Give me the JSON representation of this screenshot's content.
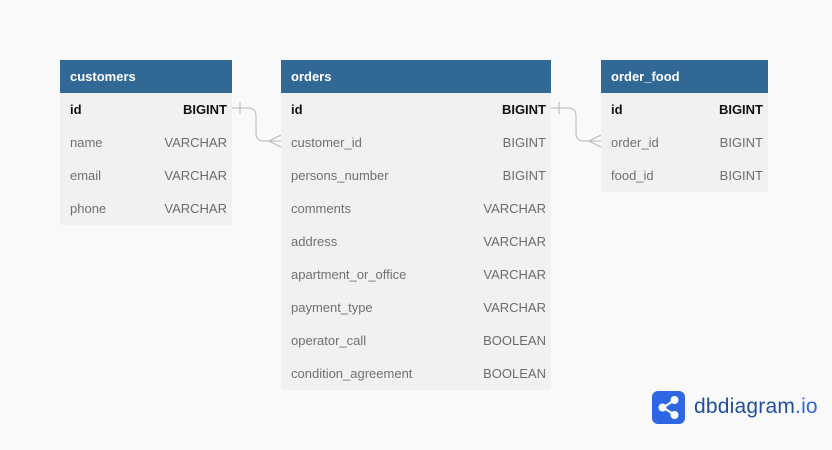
{
  "tables": [
    {
      "name": "customers",
      "fields": [
        {
          "name": "id",
          "type": "BIGINT",
          "pk": true
        },
        {
          "name": "name",
          "type": "VARCHAR"
        },
        {
          "name": "email",
          "type": "VARCHAR"
        },
        {
          "name": "phone",
          "type": "VARCHAR"
        }
      ]
    },
    {
      "name": "orders",
      "fields": [
        {
          "name": "id",
          "type": "BIGINT",
          "pk": true
        },
        {
          "name": "customer_id",
          "type": "BIGINT"
        },
        {
          "name": "persons_number",
          "type": "BIGINT"
        },
        {
          "name": "comments",
          "type": "VARCHAR"
        },
        {
          "name": "address",
          "type": "VARCHAR"
        },
        {
          "name": "apartment_or_office",
          "type": "VARCHAR"
        },
        {
          "name": "payment_type",
          "type": "VARCHAR"
        },
        {
          "name": "operator_call",
          "type": "BOOLEAN"
        },
        {
          "name": "condition_agreement",
          "type": "BOOLEAN"
        }
      ]
    },
    {
      "name": "order_food",
      "fields": [
        {
          "name": "id",
          "type": "BIGINT",
          "pk": true
        },
        {
          "name": "order_id",
          "type": "BIGINT"
        },
        {
          "name": "food_id",
          "type": "BIGINT"
        }
      ]
    }
  ],
  "relationships": [
    {
      "from": "customers.id",
      "to": "orders.customer_id",
      "kind": "one-to-many"
    },
    {
      "from": "orders.id",
      "to": "order_food.order_id",
      "kind": "one-to-many"
    }
  ],
  "brand": {
    "name": "dbdiagram",
    "tld": ".io",
    "icon": "share-icon",
    "color": "#2f66e3"
  },
  "colors": {
    "header": "#316896",
    "table_body": "#f1f1f1",
    "background": "#f9f9fa",
    "connector": "#b8b8b8"
  }
}
